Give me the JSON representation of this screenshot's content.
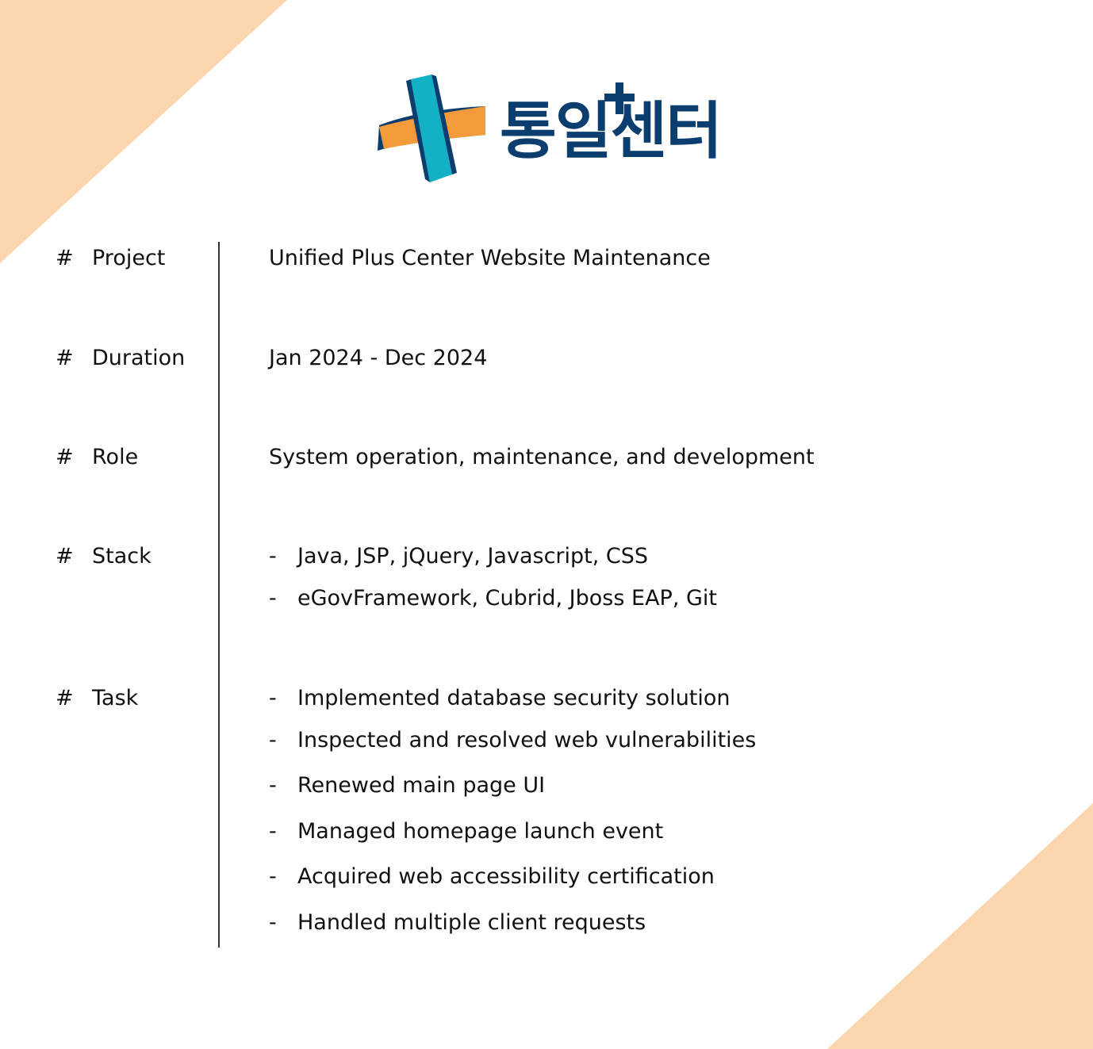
{
  "logo": {
    "text": "통일센터",
    "colors": {
      "navy": "#0b3d6e",
      "teal": "#13b1c6",
      "orange": "#f39a3a"
    }
  },
  "accent_color": "#fbd5ae",
  "rows": {
    "project": {
      "hash": "#",
      "label": "Project",
      "value": "Unified Plus Center Website Maintenance"
    },
    "duration": {
      "hash": "#",
      "label": "Duration",
      "value": "Jan 2024 - Dec 2024"
    },
    "role": {
      "hash": "#",
      "label": "Role",
      "value": "System operation, maintenance, and development"
    },
    "stack": {
      "hash": "#",
      "label": "Stack",
      "items": [
        "Java, JSP, jQuery, Javascript, CSS",
        "eGovFramework, Cubrid, Jboss EAP, Git"
      ]
    },
    "task": {
      "hash": "#",
      "label": "Task",
      "items": [
        "Implemented database security solution",
        "Inspected and resolved web vulnerabilities",
        "Renewed main page UI",
        "Managed homepage launch event",
        "Acquired web accessibility certification",
        "Handled multiple client requests"
      ]
    }
  },
  "bullet_dash": "-"
}
